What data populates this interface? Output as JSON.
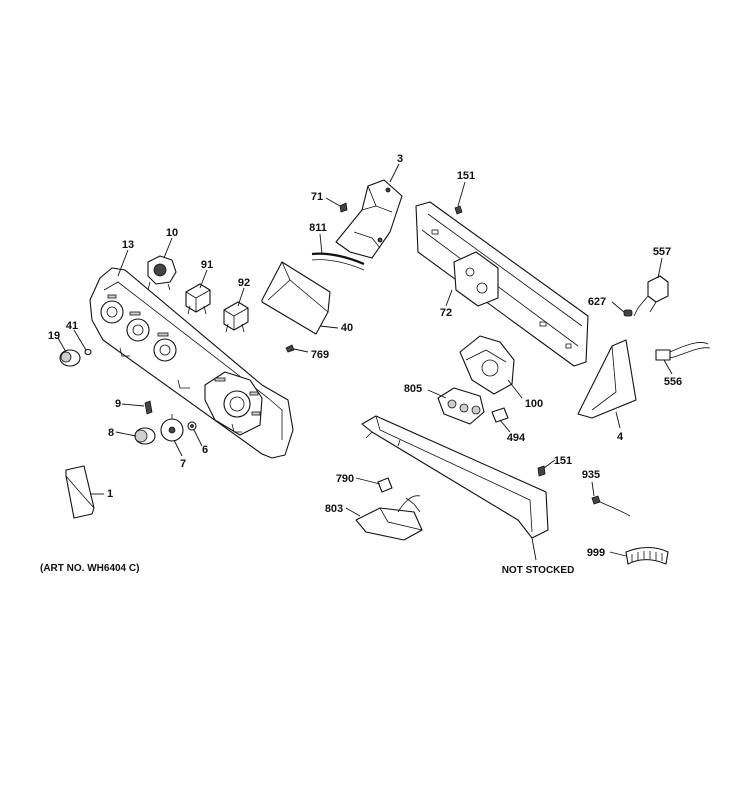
{
  "diagram": {
    "art_number": "(ART NO. WH6404 C)",
    "not_stocked": "NOT STOCKED",
    "callouts": {
      "p1": "1",
      "p3": "3",
      "p4": "4",
      "p6": "6",
      "p7": "7",
      "p8": "8",
      "p9": "9",
      "p10": "10",
      "p13": "13",
      "p19": "19",
      "p40": "40",
      "p41": "41",
      "p71": "71",
      "p72": "72",
      "p91": "91",
      "p92": "92",
      "p100": "100",
      "p151a": "151",
      "p151b": "151",
      "p494": "494",
      "p556": "556",
      "p557": "557",
      "p627": "627",
      "p769": "769",
      "p790": "790",
      "p803": "803",
      "p805": "805",
      "p811": "811",
      "p935": "935",
      "p999": "999"
    }
  }
}
